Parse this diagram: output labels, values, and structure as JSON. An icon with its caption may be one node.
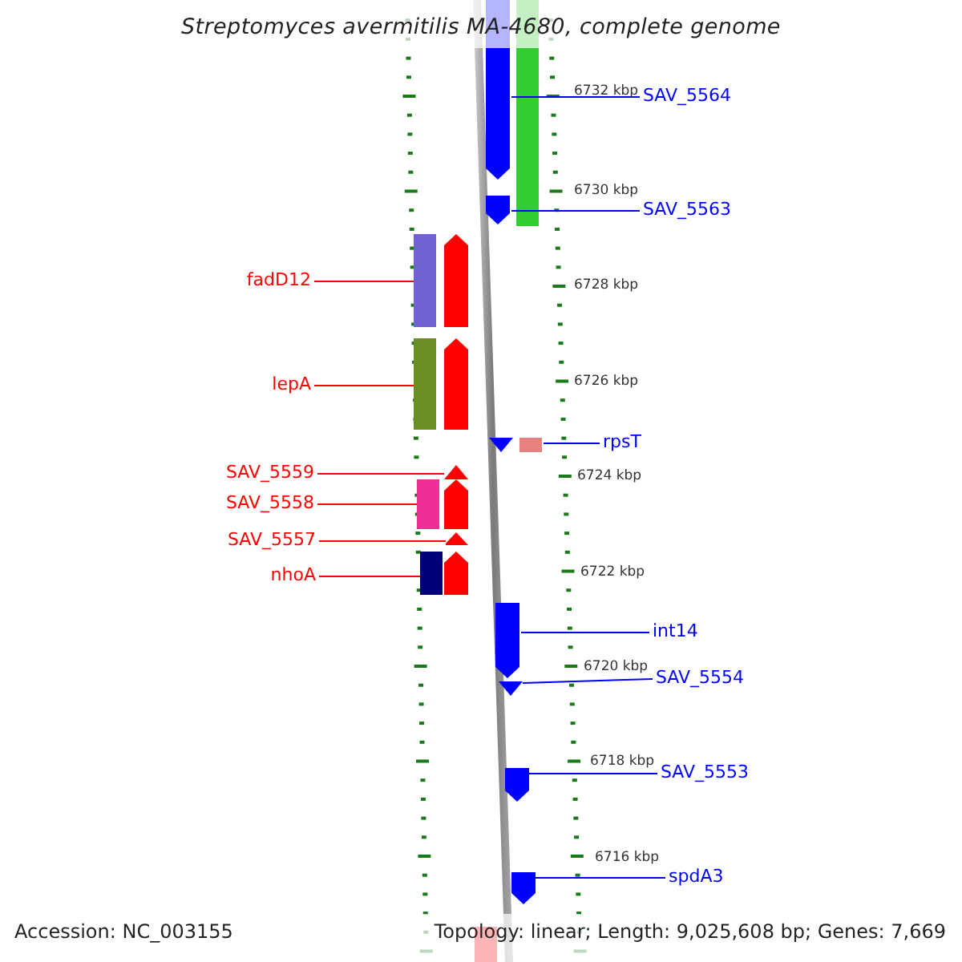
{
  "diagram": {
    "title": "Streptomyces avermitilis MA-4680, complete genome",
    "nodes": [
      {
        "text": [
          "fadD12"
        ]
      },
      {
        "text": [
          "lepA"
        ]
      },
      {
        "text": [
          "SAV_5559"
        ]
      },
      {
        "text": [
          "SAV_5558"
        ]
      },
      {
        "text": [
          "SAV_5557"
        ]
      },
      {
        "text": [
          "nhoA"
        ]
      },
      {
        "text": [
          "SAV_5564"
        ]
      },
      {
        "text": [
          "SAV_5563"
        ]
      },
      {
        "text": [
          "rpsT"
        ]
      },
      {
        "text": [
          "int14"
        ]
      },
      {
        "text": [
          "SAV_5554"
        ]
      },
      {
        "text": [
          "SAV_5553"
        ]
      },
      {
        "text": [
          "spdA3"
        ]
      },
      {
        "text": [],
        "shape": "arrow"
      },
      {
        "text": [],
        "shape": "arrow"
      },
      {
        "text": [],
        "shape": "triangle"
      },
      {
        "text": [],
        "shape": "arrow"
      },
      {
        "text": [],
        "shape": "triangle"
      },
      {
        "text": [],
        "shape": "arrow"
      },
      {
        "text": [],
        "shape": "arrow"
      },
      {
        "text": [],
        "shape": "arrow"
      },
      {
        "text": [],
        "shape": "triangle"
      },
      {
        "text": [],
        "shape": "arrow"
      },
      {
        "text": [],
        "shape": "triangle"
      },
      {
        "text": [],
        "shape": "arrow"
      },
      {
        "text": [],
        "shape": "arrow"
      }
    ],
    "edges": [
      {
        "from": 0,
        "to": 13,
        "arrow": "none",
        "color": "#ff0000"
      },
      {
        "from": 1,
        "to": 14,
        "arrow": "none",
        "color": "#ff0000"
      },
      {
        "from": 2,
        "to": 15,
        "arrow": "none",
        "color": "#ff0000"
      },
      {
        "from": 3,
        "to": 16,
        "arrow": "none",
        "color": "#ff0000"
      },
      {
        "from": 4,
        "to": 17,
        "arrow": "none",
        "color": "#ff0000"
      },
      {
        "from": 5,
        "to": 18,
        "arrow": "none",
        "color": "#ff0000"
      },
      {
        "from": 6,
        "to": 19,
        "arrow": "none"
      },
      {
        "from": 7,
        "to": 20,
        "arrow": "none"
      },
      {
        "from": 8,
        "to": 21,
        "arrow": "none"
      },
      {
        "from": 9,
        "to": 22,
        "arrow": "none"
      },
      {
        "from": 10,
        "to": 23,
        "arrow": "none"
      },
      {
        "from": 11,
        "to": 24,
        "arrow": "none"
      },
      {
        "from": 12,
        "to": 25,
        "arrow": "none"
      }
    ],
    "labels": [
      "6732 kbp",
      "6730 kbp",
      "6728 kbp",
      "6726 kbp",
      "6724 kbp",
      "6722 kbp",
      "6720 kbp",
      "6718 kbp",
      "6716 kbp",
      "Accession: NC_003155",
      "Topology: linear; Length: 9,025,608 bp; Genes: 7,669"
    ]
  }
}
